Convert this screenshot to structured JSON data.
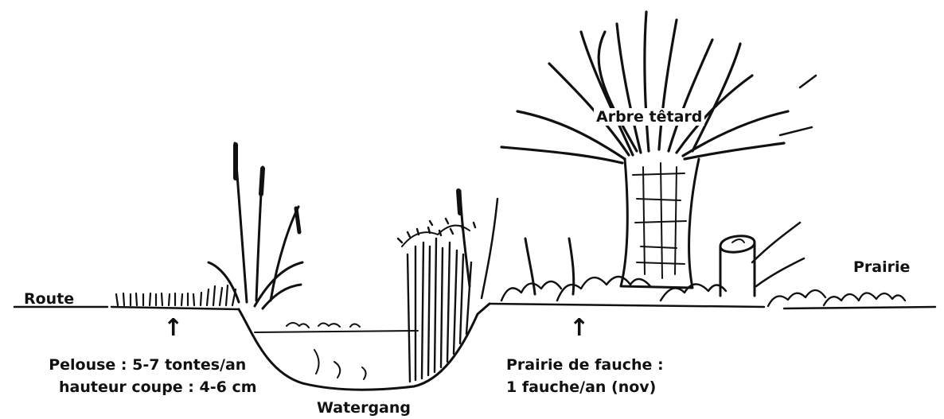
{
  "labels": {
    "route": "Route",
    "pelouse_line1": "Pelouse : 5-7 tontes/an",
    "pelouse_line2": "hauteur coupe : 4-6 cm",
    "watergang": "Watergang",
    "arbre": "Arbre têtard",
    "prairie": "Prairie",
    "fauche_line1": "Prairie de fauche :",
    "fauche_line2": "1 fauche/an (nov)"
  },
  "arrow_glyph": "↑",
  "colors": {
    "ink": "#111111",
    "background": "#ffffff"
  }
}
